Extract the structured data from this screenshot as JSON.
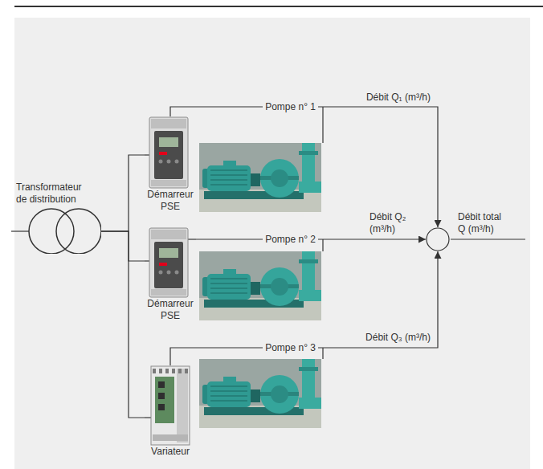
{
  "diagram": {
    "nodes": [
      {
        "text": [
          "Transformateur de distribution"
        ]
      },
      {
        "text": [
          "Démarreur PSE"
        ]
      },
      {
        "text": [
          "Pompe n° 1"
        ]
      },
      {
        "text": [
          "Démarreur PSE"
        ]
      },
      {
        "text": [
          "Pompe n° 2"
        ]
      },
      {
        "text": [
          "Variateur"
        ]
      },
      {
        "text": [
          "Pompe n° 3"
        ]
      },
      {
        "text": [
          "Débit total Q (m³/h)"
        ]
      }
    ],
    "edges": [
      {
        "from": 0,
        "to": 1,
        "arrow": "none"
      },
      {
        "from": 0,
        "to": 3,
        "arrow": "none"
      },
      {
        "from": 0,
        "to": 5,
        "arrow": "none"
      },
      {
        "from": 1,
        "to": 2,
        "arrow": "none"
      },
      {
        "from": 3,
        "to": 4,
        "arrow": "none"
      },
      {
        "from": 5,
        "to": 6,
        "arrow": "none"
      },
      {
        "from": 2,
        "to": 7,
        "arrow": "to",
        "label": "Débit Q₁ (m³/h)"
      },
      {
        "from": 4,
        "to": 7,
        "arrow": "to",
        "label": "Débit Q₂ (m³/h)"
      },
      {
        "from": 6,
        "to": 7,
        "arrow": "to",
        "label": "Débit Q₃ (m³/h)"
      }
    ]
  }
}
